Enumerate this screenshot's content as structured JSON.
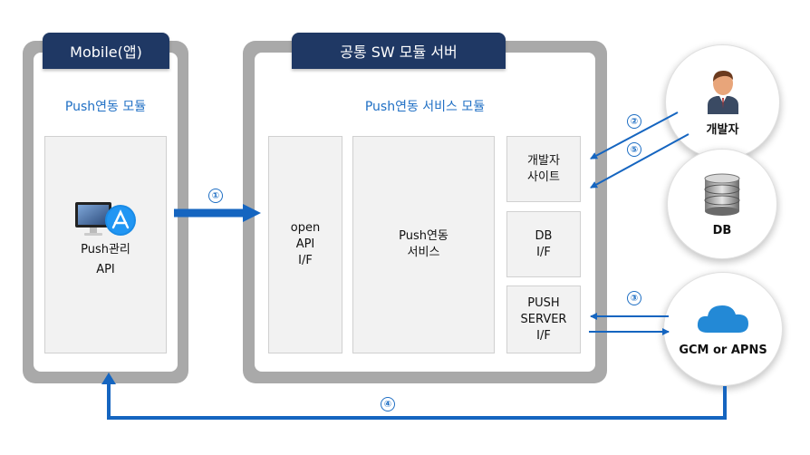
{
  "mobile": {
    "tab_label": "Mobile(앱)",
    "section_title": "Push연동 모듈",
    "api_box_label": "Push관리\nAPI"
  },
  "server": {
    "tab_label": "공통 SW 모듈 서버",
    "section_title": "Push연동 서비스 모듈",
    "open_api_label": "open\nAPI\nI/F",
    "push_service_label": "Push연동\n서비스",
    "dev_site_label": "개발자\n사이트",
    "db_if_label": "DB\nI/F",
    "push_server_label": "PUSH\nSERVER\nI/F"
  },
  "external": {
    "developer_label": "개발자",
    "db_label": "DB",
    "gcm_label": "GCM or APNS"
  },
  "steps": {
    "s1": "①",
    "s2": "②",
    "s3": "③",
    "s4": "④",
    "s5": "⑤"
  },
  "colors": {
    "arrow_blue": "#1565c0",
    "header_navy": "#1f3864",
    "accent_text": "#1f6fc4"
  }
}
